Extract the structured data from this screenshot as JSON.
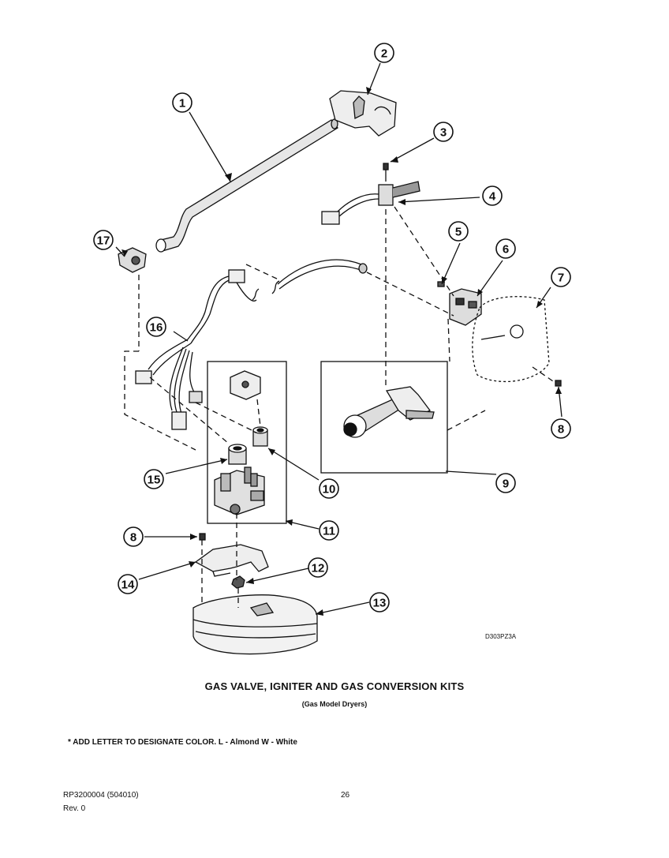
{
  "callouts": [
    "1",
    "2",
    "3",
    "4",
    "5",
    "6",
    "7",
    "8",
    "9",
    "10",
    "11",
    "12",
    "13",
    "14",
    "15",
    "16",
    "17"
  ],
  "diagram_code": "D303PZ3A",
  "title": "GAS VALVE, IGNITER AND GAS CONVERSION KITS",
  "subtitle": "(Gas Model Dryers)",
  "note": "* ADD LETTER TO DESIGNATE COLOR.  L - Almond  W - White",
  "footer": {
    "part_number": "RP3200004     (504010)",
    "page": "26",
    "revision": "Rev. 0"
  }
}
